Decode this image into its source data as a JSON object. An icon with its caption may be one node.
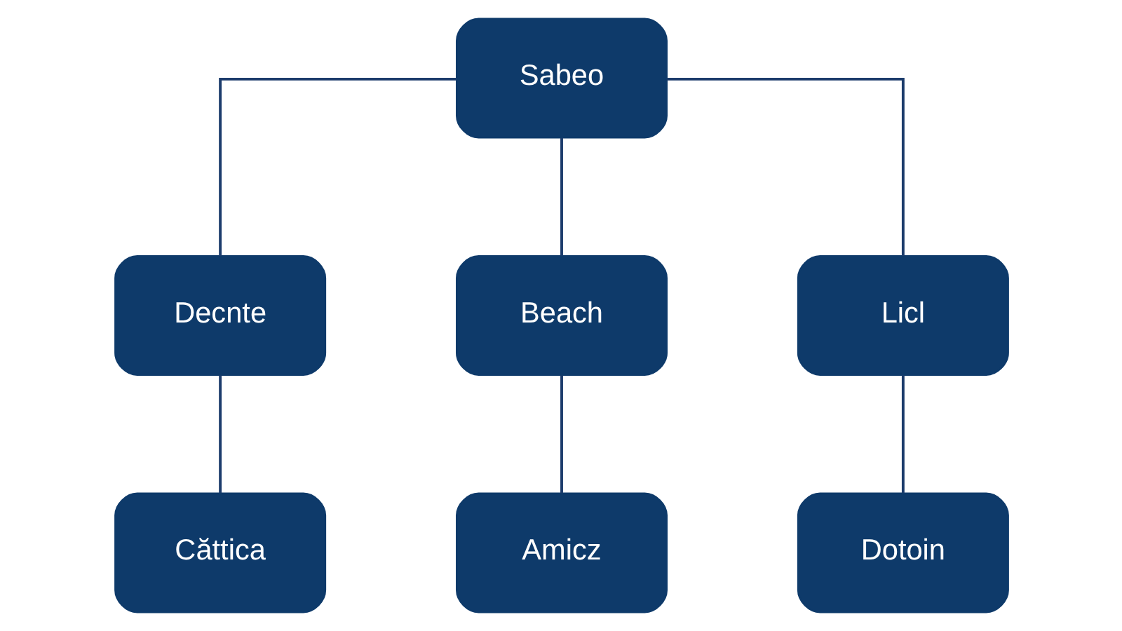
{
  "diagram": {
    "nodes": [
      {
        "text": [
          "Sabeo"
        ]
      },
      {
        "text": [
          "Decnte"
        ]
      },
      {
        "text": [
          "Beach"
        ]
      },
      {
        "text": [
          "Licl"
        ]
      },
      {
        "text": [
          "Căttica"
        ]
      },
      {
        "text": [
          "Amicz"
        ]
      },
      {
        "text": [
          "Dotoin"
        ]
      }
    ],
    "edges": [
      {
        "from": 0,
        "to": 1,
        "arrow": "none"
      },
      {
        "from": 0,
        "to": 2,
        "arrow": "none"
      },
      {
        "from": 0,
        "to": 3,
        "arrow": "none"
      },
      {
        "from": 1,
        "to": 4,
        "arrow": "none"
      },
      {
        "from": 2,
        "to": 5,
        "arrow": "none"
      },
      {
        "from": 3,
        "to": 6,
        "arrow": "none"
      }
    ]
  }
}
